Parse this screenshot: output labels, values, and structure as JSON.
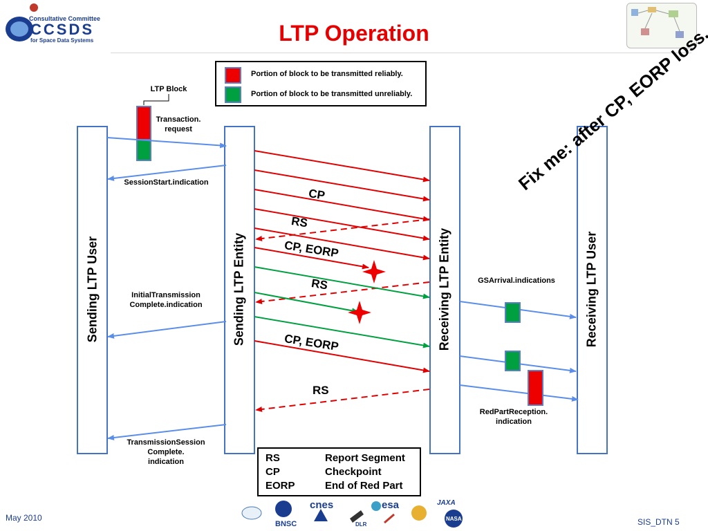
{
  "title": "LTP Operation",
  "logo": {
    "line1": "Consultative Committee",
    "wordmark": "CCSDS",
    "line3": "for Space Data Systems"
  },
  "legend": {
    "reliable_label": "Portion of block to be transmitted  reliably.",
    "unreliable_label": "Portion of block to be transmitted  unreliably.",
    "red_color": "#ee0000",
    "green_color": "#00a040"
  },
  "entities": {
    "sending_user": "Sending LTP User",
    "sending_entity": "Sending LTP Entity",
    "receiving_entity": "Receiving LTP Entity",
    "receiving_user": "Receiving LTP User"
  },
  "labels": {
    "ltp_block": "LTP Block",
    "transaction_request": [
      "Transaction.",
      "request"
    ],
    "session_start": "SessionStart.indication",
    "initial_transmission": [
      "InitialTransmission",
      "Complete.indication"
    ],
    "transmission_session": [
      "TransmissionSession",
      "Complete.",
      "indication"
    ],
    "gs_arrival": "GSArrival.indications",
    "red_part_reception": [
      "RedPartReception.",
      "indication"
    ]
  },
  "messages": {
    "cp1": "CP",
    "rs1": "RS",
    "cp_eorp1": "CP, EORP",
    "rs2": "RS",
    "cp_eorp2": "CP, EORP",
    "rs3": "RS"
  },
  "abbreviations": [
    {
      "abbr": "RS",
      "meaning": "Report Segment"
    },
    {
      "abbr": "CP",
      "meaning": "Checkpoint"
    },
    {
      "abbr": "EORP",
      "meaning": "End of Red Part"
    }
  ],
  "annotation": "Fix me: after CP, EORP loss, re",
  "footer": {
    "date": "May 2010",
    "slide_id": "SIS_DTN 5"
  },
  "agencies": [
    "cnes",
    "esa",
    "BNSC",
    "DLR",
    "JAXA",
    "NASA"
  ]
}
